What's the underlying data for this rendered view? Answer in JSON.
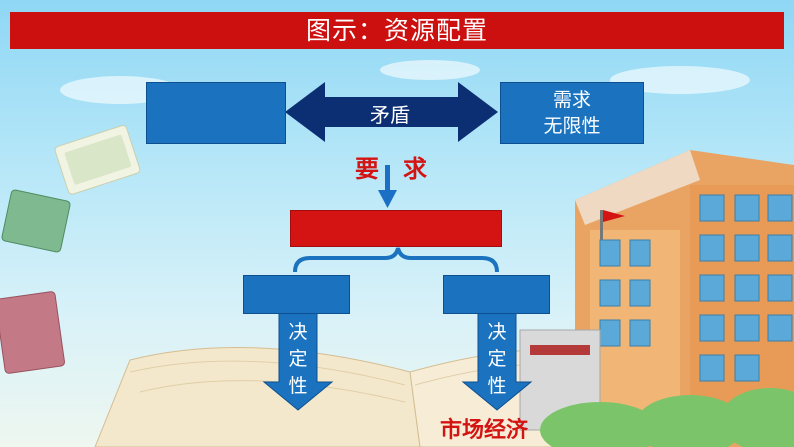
{
  "title": "图示：资源配置",
  "diagram": {
    "top_left_box": "",
    "conflict_label": "矛盾",
    "need_box": {
      "line1": "需求",
      "line2": "无限性"
    },
    "requirement": {
      "char1": "要",
      "char2": "求"
    },
    "center_box": "",
    "left_box": "",
    "right_box": "",
    "left_arrow": {
      "c1": "决",
      "c2": "定",
      "c3": "性"
    },
    "right_arrow": {
      "c1": "决",
      "c2": "定",
      "c3": "性"
    },
    "bottom_label": "市场经济"
  },
  "colors": {
    "title_bg": "#cc1010",
    "box_blue": "#1b73c0",
    "box_red": "#d41313",
    "arrow_dark": "#0c2f73",
    "text_red": "#d41313"
  }
}
